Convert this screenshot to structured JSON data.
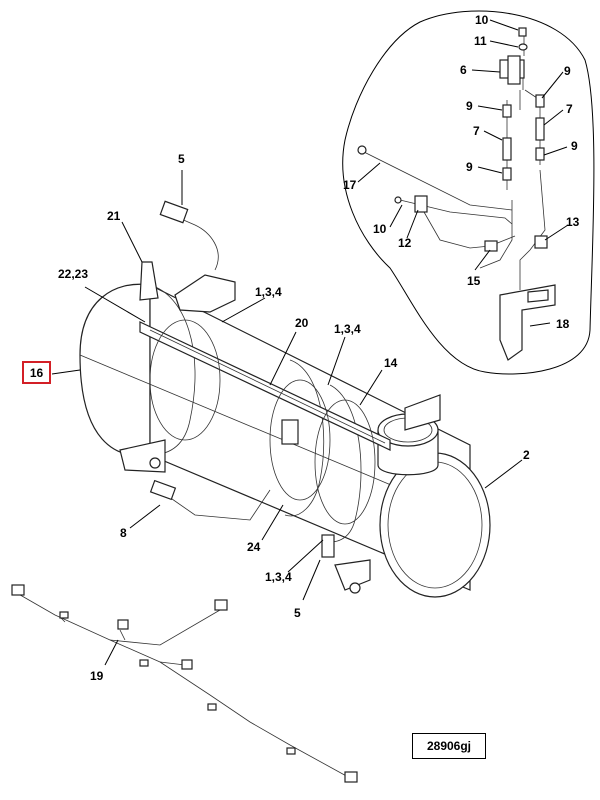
{
  "diagram": {
    "reference_id": "28906gj",
    "highlight_color": "#d31f26",
    "callouts": {
      "c10a": "10",
      "c11": "11",
      "c6": "6",
      "c9a": "9",
      "c9b": "9",
      "c7a": "7",
      "c7b": "7",
      "c9c": "9",
      "c9d": "9",
      "c17": "17",
      "c10b": "10",
      "c12": "12",
      "c13": "13",
      "c15": "15",
      "c18": "18",
      "c5a": "5",
      "c21": "21",
      "c2223": "22,23",
      "c134a": "1,3,4",
      "c20": "20",
      "c134b": "1,3,4",
      "c16": "16",
      "c14": "14",
      "c2": "2",
      "c8": "8",
      "c24": "24",
      "c134c": "1,3,4",
      "c5b": "5",
      "c19": "19"
    }
  }
}
